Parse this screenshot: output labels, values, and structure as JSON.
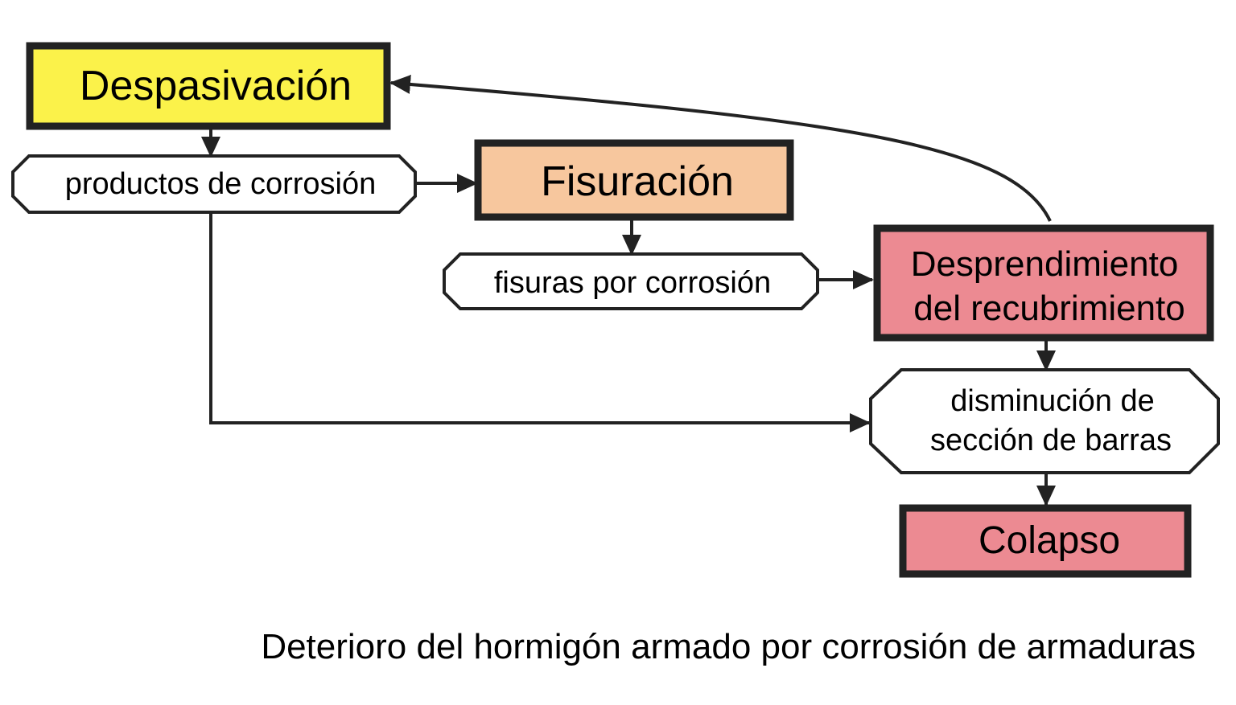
{
  "nodes": {
    "despasivacion": {
      "label": "Despasivación"
    },
    "productos": {
      "label": "productos de corrosión"
    },
    "fisuracion": {
      "label": "Fisuración"
    },
    "fisuras": {
      "label": "fisuras por corrosión"
    },
    "desprendimiento": {
      "line1": "Desprendimiento",
      "line2": "del recubrimiento"
    },
    "disminucion": {
      "line1": "disminución de",
      "line2": "sección de barras"
    },
    "colapso": {
      "label": "Colapso"
    }
  },
  "caption": "Deterioro del hormigón armado por corrosión de armaduras",
  "colors": {
    "yellow": "#FBF24A",
    "orange": "#F7C79E",
    "red": "#EC8A92",
    "border": "#222222",
    "white": "#FFFFFF"
  }
}
